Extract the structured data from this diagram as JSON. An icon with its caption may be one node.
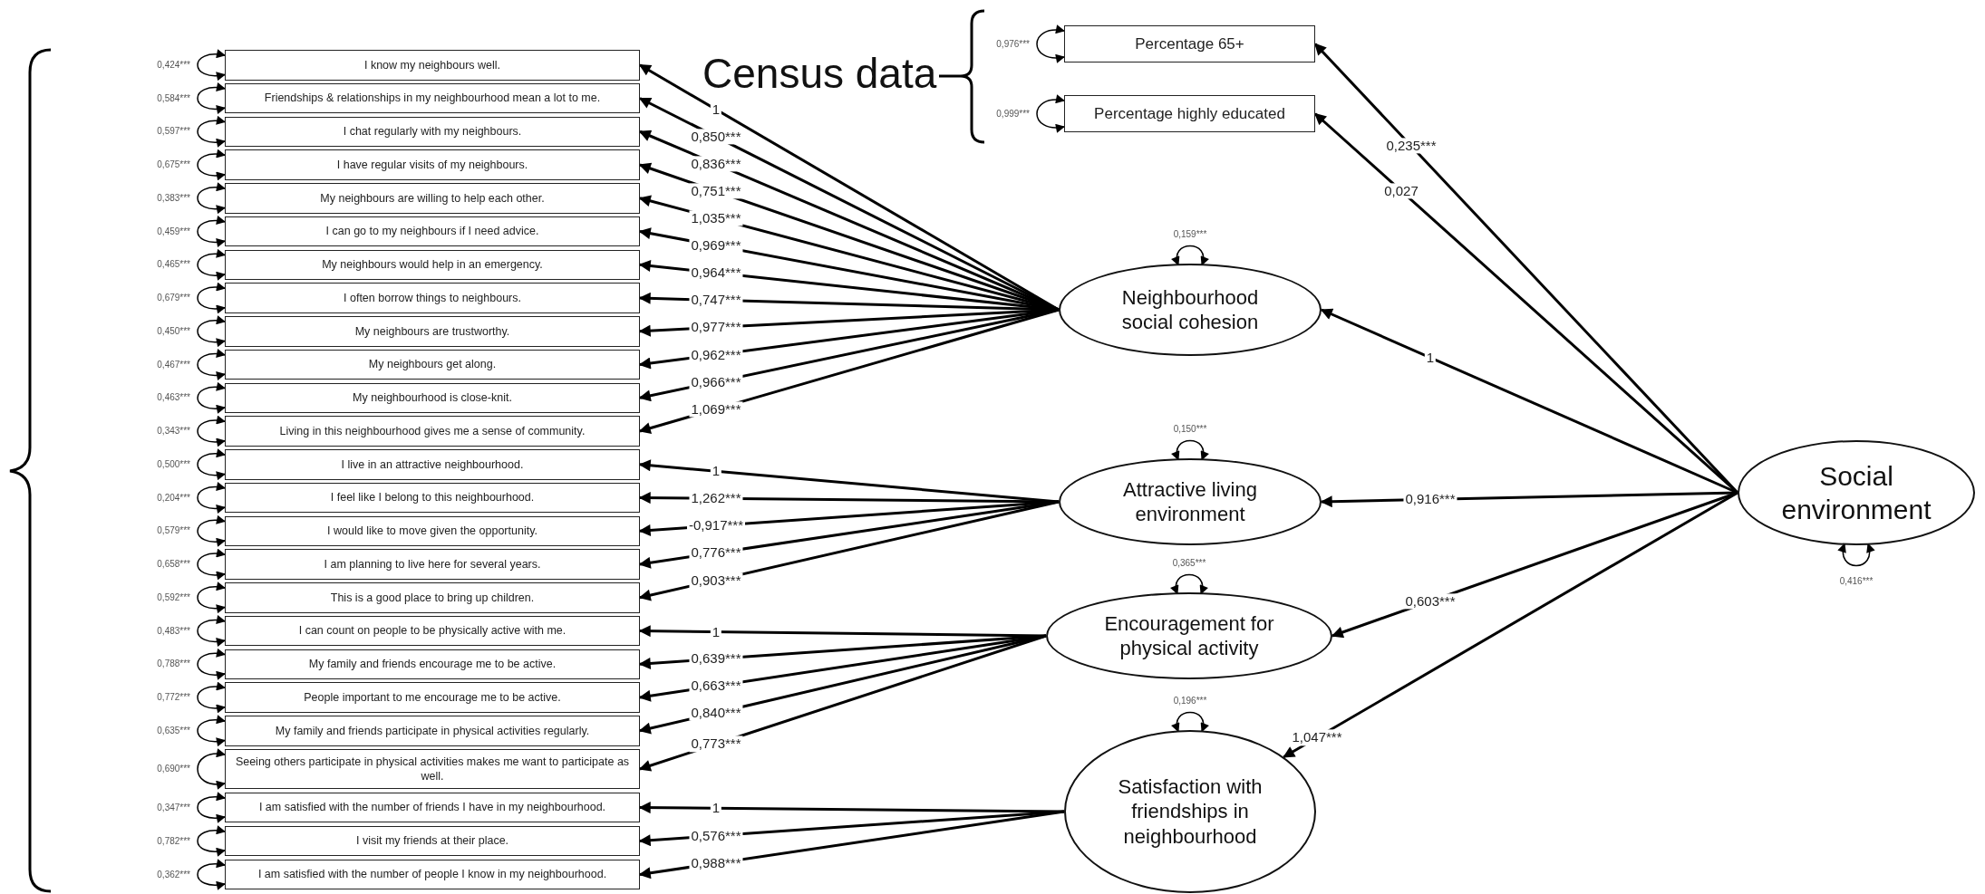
{
  "diagram": {
    "nodes": [
      {
        "text": [
          "I know my neighbours well."
        ]
      },
      {
        "text": [
          "Friendships & relationships in my neighbourhood mean a lot to me."
        ]
      },
      {
        "text": [
          "I chat regularly with my neighbours."
        ]
      },
      {
        "text": [
          "I have regular visits of my neighbours."
        ]
      },
      {
        "text": [
          "My neighbours are willing to help each other."
        ]
      },
      {
        "text": [
          "I can go to my neighbours if I need advice."
        ]
      },
      {
        "text": [
          "My neighbours would help in an emergency."
        ]
      },
      {
        "text": [
          "I often borrow things to neighbours."
        ]
      },
      {
        "text": [
          "My neighbours are trustworthy."
        ]
      },
      {
        "text": [
          "My neighbours get along."
        ]
      },
      {
        "text": [
          "My neighbourhood is close-knit."
        ]
      },
      {
        "text": [
          "Living in this neighbourhood gives me a sense of community."
        ]
      },
      {
        "text": [
          "I live in an attractive neighbourhood."
        ]
      },
      {
        "text": [
          "I feel like I belong to this neighbourhood."
        ]
      },
      {
        "text": [
          "I would like to move given the opportunity."
        ]
      },
      {
        "text": [
          "I am planning to live here for several years."
        ]
      },
      {
        "text": [
          "This is a good place to bring up children."
        ]
      },
      {
        "text": [
          "I can count on people to be physically active with me."
        ]
      },
      {
        "text": [
          "My family and friends encourage me to be active."
        ]
      },
      {
        "text": [
          "People important to me encourage me to be active."
        ]
      },
      {
        "text": [
          "My family and friends participate in physical activities regularly."
        ]
      },
      {
        "text": [
          "Seeing others participate in physical activities makes me want to participate as well."
        ]
      },
      {
        "text": [
          "I am satisfied with the number of friends I have in my neighbourhood."
        ]
      },
      {
        "text": [
          "I visit my friends at their place."
        ]
      },
      {
        "text": [
          "I am satisfied with the number of people I know in my neighbourhood."
        ]
      },
      {
        "text": [
          "Percentage 65+"
        ]
      },
      {
        "text": [
          "Percentage highly educated"
        ]
      },
      {
        "text": [
          "Neighbourhood social cohesion"
        ]
      },
      {
        "text": [
          "Attractive living environment"
        ]
      },
      {
        "text": [
          "Encouragement for physical activity"
        ]
      },
      {
        "text": [
          "Satisfaction with friendships in neighbourhood"
        ]
      },
      {
        "text": [
          "Social environment"
        ]
      }
    ],
    "edges": [
      {
        "from": 27,
        "to": 0,
        "arrow": "to",
        "label": "1"
      },
      {
        "from": 27,
        "to": 1,
        "arrow": "to",
        "label": "0,850***"
      },
      {
        "from": 27,
        "to": 2,
        "arrow": "to",
        "label": "0,836***"
      },
      {
        "from": 27,
        "to": 3,
        "arrow": "to",
        "label": "0,751***"
      },
      {
        "from": 27,
        "to": 4,
        "arrow": "to",
        "label": "1,035***"
      },
      {
        "from": 27,
        "to": 5,
        "arrow": "to",
        "label": "0,969***"
      },
      {
        "from": 27,
        "to": 6,
        "arrow": "to",
        "label": "0,964***"
      },
      {
        "from": 27,
        "to": 7,
        "arrow": "to",
        "label": "0,747***"
      },
      {
        "from": 27,
        "to": 8,
        "arrow": "to",
        "label": "0,977***"
      },
      {
        "from": 27,
        "to": 9,
        "arrow": "to",
        "label": "0,962***"
      },
      {
        "from": 27,
        "to": 10,
        "arrow": "to",
        "label": "0,966***"
      },
      {
        "from": 27,
        "to": 11,
        "arrow": "to",
        "label": "1,069***"
      },
      {
        "from": 28,
        "to": 12,
        "arrow": "to",
        "label": "1"
      },
      {
        "from": 28,
        "to": 13,
        "arrow": "to",
        "label": "1,262***"
      },
      {
        "from": 28,
        "to": 14,
        "arrow": "to",
        "label": "-0,917***"
      },
      {
        "from": 28,
        "to": 15,
        "arrow": "to",
        "label": "0,776***"
      },
      {
        "from": 28,
        "to": 16,
        "arrow": "to",
        "label": "0,903***"
      },
      {
        "from": 29,
        "to": 17,
        "arrow": "to",
        "label": "1"
      },
      {
        "from": 29,
        "to": 18,
        "arrow": "to",
        "label": "0,639***"
      },
      {
        "from": 29,
        "to": 19,
        "arrow": "to",
        "label": "0,663***"
      },
      {
        "from": 29,
        "to": 20,
        "arrow": "to",
        "label": "0,840***"
      },
      {
        "from": 29,
        "to": 21,
        "arrow": "to",
        "label": "0,773***"
      },
      {
        "from": 30,
        "to": 22,
        "arrow": "to",
        "label": "1"
      },
      {
        "from": 30,
        "to": 23,
        "arrow": "to",
        "label": "0,576***"
      },
      {
        "from": 30,
        "to": 24,
        "arrow": "to",
        "label": "0,988***"
      },
      {
        "from": 31,
        "to": 25,
        "arrow": "to",
        "label": "0,235***"
      },
      {
        "from": 31,
        "to": 26,
        "arrow": "to",
        "label": "0,027"
      },
      {
        "from": 31,
        "to": 27,
        "arrow": "to",
        "label": "1"
      },
      {
        "from": 31,
        "to": 28,
        "arrow": "to",
        "label": "0,916***"
      },
      {
        "from": 31,
        "to": 29,
        "arrow": "to",
        "label": "0,603***"
      },
      {
        "from": 31,
        "to": 30,
        "arrow": "to",
        "label": "1,047***"
      },
      {
        "from": 0,
        "to": 0,
        "arrow": "both",
        "label": "0,424***"
      },
      {
        "from": 1,
        "to": 1,
        "arrow": "both",
        "label": "0,584***"
      },
      {
        "from": 2,
        "to": 2,
        "arrow": "both",
        "label": "0,597***"
      },
      {
        "from": 3,
        "to": 3,
        "arrow": "both",
        "label": "0,675***"
      },
      {
        "from": 4,
        "to": 4,
        "arrow": "both",
        "label": "0,383***"
      },
      {
        "from": 5,
        "to": 5,
        "arrow": "both",
        "label": "0,459***"
      },
      {
        "from": 6,
        "to": 6,
        "arrow": "both",
        "label": "0,465***"
      },
      {
        "from": 7,
        "to": 7,
        "arrow": "both",
        "label": "0,679***"
      },
      {
        "from": 8,
        "to": 8,
        "arrow": "both",
        "label": "0,450***"
      },
      {
        "from": 9,
        "to": 9,
        "arrow": "both",
        "label": "0,467***"
      },
      {
        "from": 10,
        "to": 10,
        "arrow": "both",
        "label": "0,463***"
      },
      {
        "from": 11,
        "to": 11,
        "arrow": "both",
        "label": "0,343***"
      },
      {
        "from": 12,
        "to": 12,
        "arrow": "both",
        "label": "0,500***"
      },
      {
        "from": 13,
        "to": 13,
        "arrow": "both",
        "label": "0,204***"
      },
      {
        "from": 14,
        "to": 14,
        "arrow": "both",
        "label": "0,579***"
      },
      {
        "from": 15,
        "to": 15,
        "arrow": "both",
        "label": "0,658***"
      },
      {
        "from": 16,
        "to": 16,
        "arrow": "both",
        "label": "0,592***"
      },
      {
        "from": 17,
        "to": 17,
        "arrow": "both",
        "label": "0,483***"
      },
      {
        "from": 18,
        "to": 18,
        "arrow": "both",
        "label": "0,788***"
      },
      {
        "from": 19,
        "to": 19,
        "arrow": "both",
        "label": "0,772***"
      },
      {
        "from": 20,
        "to": 20,
        "arrow": "both",
        "label": "0,635***"
      },
      {
        "from": 21,
        "to": 21,
        "arrow": "both",
        "label": "0,690***"
      },
      {
        "from": 22,
        "to": 22,
        "arrow": "both",
        "label": "0,347***"
      },
      {
        "from": 23,
        "to": 23,
        "arrow": "both",
        "label": "0,782***"
      },
      {
        "from": 24,
        "to": 24,
        "arrow": "both",
        "label": "0,362***"
      },
      {
        "from": 25,
        "to": 25,
        "arrow": "both",
        "label": "0,976***"
      },
      {
        "from": 26,
        "to": 26,
        "arrow": "both",
        "label": "0,999***"
      },
      {
        "from": 27,
        "to": 27,
        "arrow": "both",
        "label": "0,159***"
      },
      {
        "from": 28,
        "to": 28,
        "arrow": "both",
        "label": "0,150***"
      },
      {
        "from": 29,
        "to": 29,
        "arrow": "both",
        "label": "0,365***"
      },
      {
        "from": 30,
        "to": 30,
        "arrow": "both",
        "label": "0,196***"
      },
      {
        "from": 31,
        "to": 31,
        "arrow": "both",
        "label": "0,416***"
      }
    ],
    "labels": [
      "Census data"
    ]
  }
}
